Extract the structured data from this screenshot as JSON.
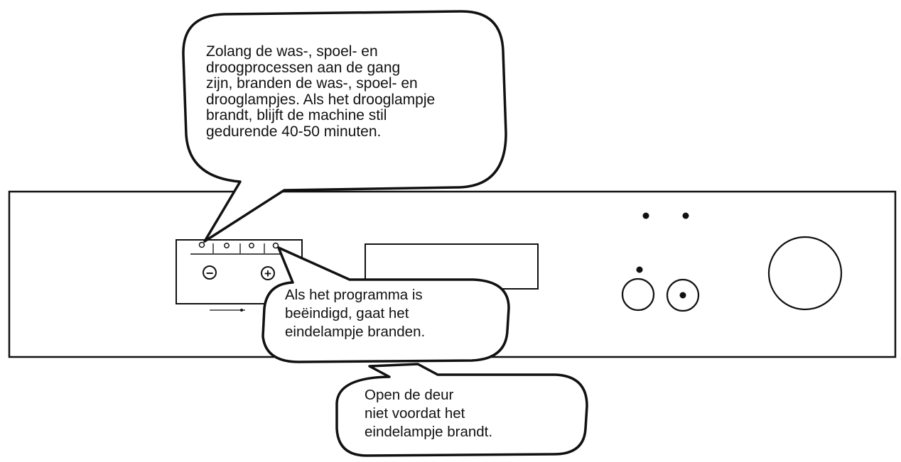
{
  "callouts": {
    "drying": {
      "lines": [
        "Zolang de was-, spoel- en",
        "droogprocessen aan de gang",
        "zijn, branden de was-, spoel- en",
        "drooglampjes. Als het drooglampje",
        "brandt, blijft de machine stil",
        "gedurende 40-50 minuten."
      ]
    },
    "end": {
      "lines": [
        "Als het programma is",
        "beëindigd, gaat het",
        "eindelampje branden."
      ]
    },
    "door": {
      "lines": [
        "Open de deur",
        "niet voordat het",
        "eindelampje brandt."
      ]
    }
  },
  "panel": {
    "minus_symbol": "−",
    "plus_symbol": "+",
    "minus_icon": "minus-circle-icon",
    "plus_icon": "plus-circle-icon"
  },
  "colors": {
    "line": "#111111",
    "background": "#ffffff"
  }
}
